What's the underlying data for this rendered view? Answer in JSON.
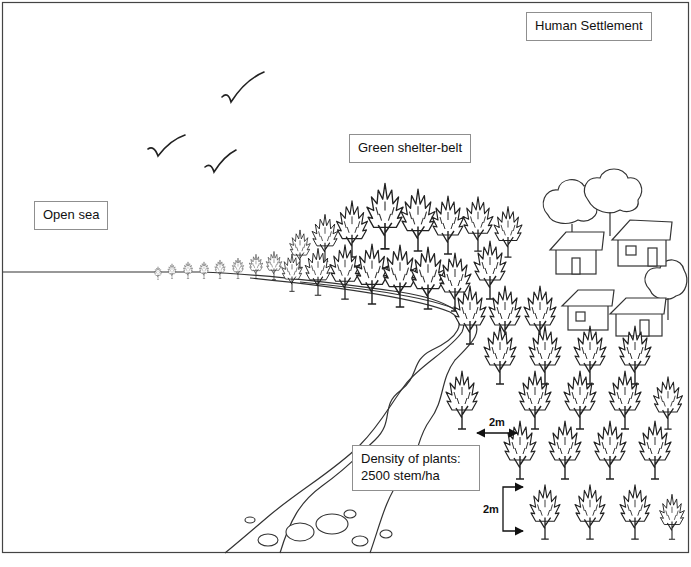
{
  "diagram": {
    "nodes": [
      {
        "text": [
          "Human Settlement"
        ]
      },
      {
        "text": [
          "Green shelter-belt"
        ]
      },
      {
        "text": [
          "Open sea"
        ]
      },
      {
        "text": [
          "Density of plants: 2500 stem/ha"
        ]
      }
    ],
    "labels": [
      "2m",
      "2m"
    ]
  }
}
